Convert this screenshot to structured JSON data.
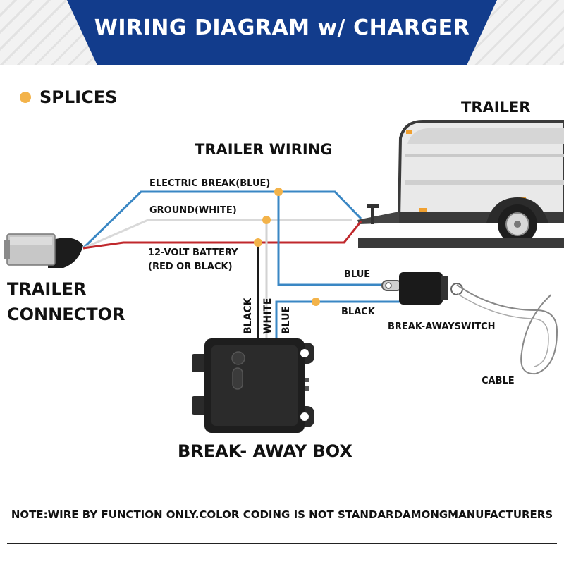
{
  "header": {
    "title": "WIRING DIAGRAM w/ CHARGER"
  },
  "legend": {
    "splices_label": "SPLICES",
    "splice_color": "#f3b34a"
  },
  "labels": {
    "trailer": "TRAILER",
    "trailer_wiring": "TRAILER WIRING",
    "electric_brake": "ELECTRIC BREAK(BLUE)",
    "ground": "GROUND(WHITE)",
    "battery_line1": "12-VOLT BATTERY",
    "battery_line2": "(RED OR BLACK)",
    "trailer_connector_line1": "TRAILER",
    "trailer_connector_line2": "CONNECTOR",
    "blue": "BLUE",
    "black": "BLACK",
    "breakaway_switch": "BREAK-AWAYSWITCH",
    "cable": "CABLE",
    "box_black": "BLACK",
    "box_white": "WHITE",
    "box_blue": "BLUE",
    "breakaway_box": "BREAK- AWAY BOX"
  },
  "note": "NOTE:WIRE BY FUNCTION ONLY.COLOR CODING IS NOT STANDARDAMONGMANUFACTURERS",
  "colors": {
    "banner": "#123c8c",
    "wire_blue": "#3a87c4",
    "wire_red": "#c0282c",
    "wire_black": "#1a1a1a",
    "wire_white": "#e4e4e4"
  }
}
